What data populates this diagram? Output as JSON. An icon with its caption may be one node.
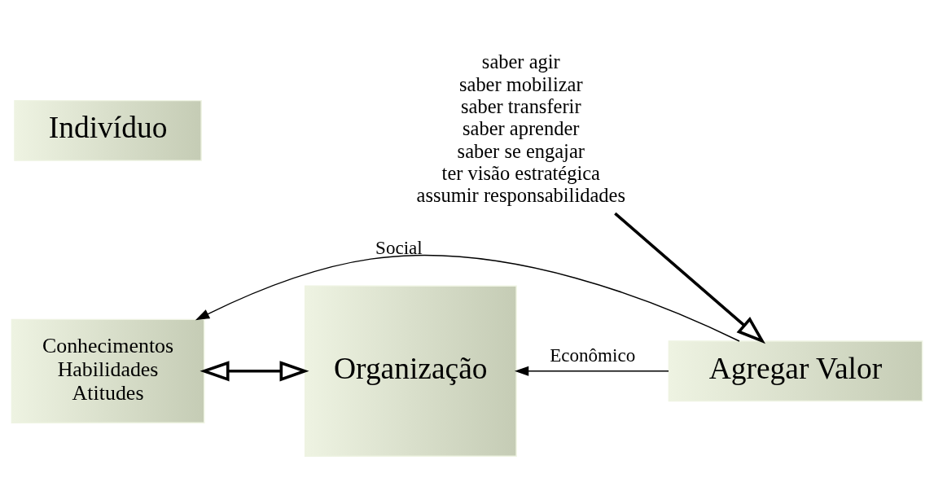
{
  "diagram": {
    "nodes": [
      {
        "text": [
          "Indivíduo"
        ]
      },
      {
        "text": [
          "Conhecimentos",
          "Habilidades",
          "Atitudes"
        ]
      },
      {
        "text": [
          "Organização"
        ]
      },
      {
        "text": [
          "saber agir",
          "saber mobilizar",
          "saber transferir",
          "saber aprender",
          "saber se engajar",
          "ter visão estratégica",
          "assumir responsabilidades"
        ]
      },
      {
        "text": [
          "Agregar Valor"
        ]
      }
    ],
    "edges": [
      {
        "from": 1,
        "to": 2,
        "arrow": "both",
        "style": "thick"
      },
      {
        "from": 3,
        "to": 4,
        "arrow": "to",
        "style": "thick"
      },
      {
        "from": 4,
        "to": 1,
        "arrow": "to",
        "label": "Social"
      },
      {
        "from": 4,
        "to": 2,
        "arrow": "to",
        "label": "Econômico"
      }
    ]
  }
}
